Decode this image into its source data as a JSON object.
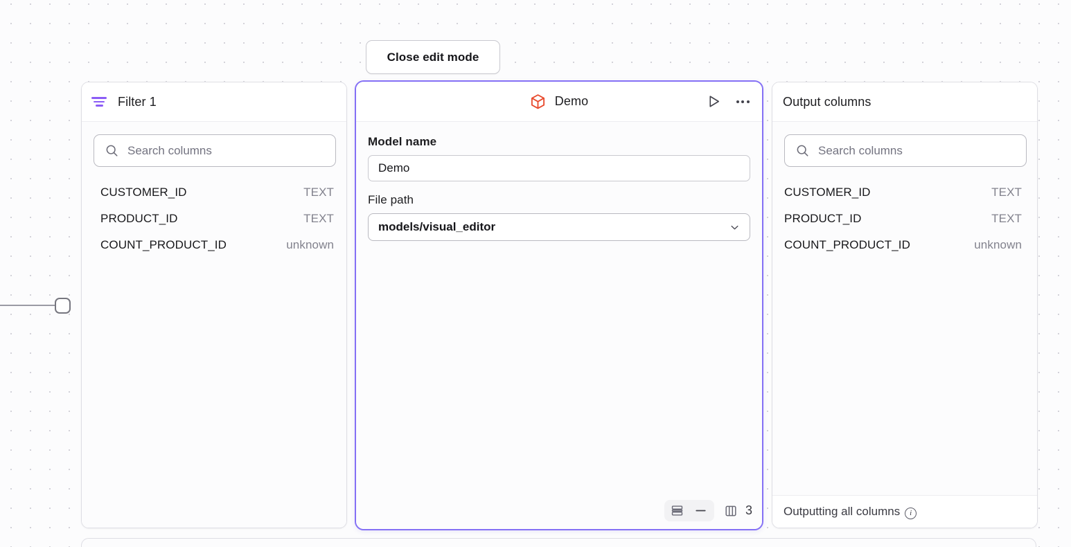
{
  "canvas": {
    "background_color": "#fcfcfd",
    "grid_dot_color": "#d0cfd6",
    "accent_color": "#8470f5",
    "filter_icon_color": "#8b5cf6",
    "model_icon_color": "#e8492c"
  },
  "toolbar": {
    "close_edit_mode_label": "Close edit mode"
  },
  "filter_node": {
    "title": "Filter 1",
    "icon": "filter-icon",
    "search": {
      "placeholder": "Search columns",
      "value": "",
      "icon": "search-icon"
    },
    "columns": [
      {
        "name": "CUSTOMER_ID",
        "type": "TEXT"
      },
      {
        "name": "PRODUCT_ID",
        "type": "TEXT"
      },
      {
        "name": "COUNT_PRODUCT_ID",
        "type": "unknown"
      }
    ]
  },
  "demo_node": {
    "title": "Demo",
    "icon": "cube-icon",
    "run_icon": "play-icon",
    "more_icon": "ellipsis-icon",
    "fields": {
      "model_name_label": "Model name",
      "model_name_value": "Demo",
      "file_path_label": "File path",
      "file_path_value": "models/visual_editor",
      "file_path_chevron": "chevron-down-icon"
    },
    "bottom_bar": {
      "rows_icon": "rows-layout-icon",
      "collapse_icon": "minus-icon",
      "columns_icon": "columns-layout-icon",
      "column_count": "3"
    }
  },
  "output_node": {
    "title": "Output columns",
    "search": {
      "placeholder": "Search columns",
      "value": "",
      "icon": "search-icon"
    },
    "columns": [
      {
        "name": "CUSTOMER_ID",
        "type": "TEXT"
      },
      {
        "name": "PRODUCT_ID",
        "type": "TEXT"
      },
      {
        "name": "COUNT_PRODUCT_ID",
        "type": "unknown"
      }
    ],
    "footer": {
      "label": "Outputting all columns",
      "icon": "info-icon"
    }
  }
}
